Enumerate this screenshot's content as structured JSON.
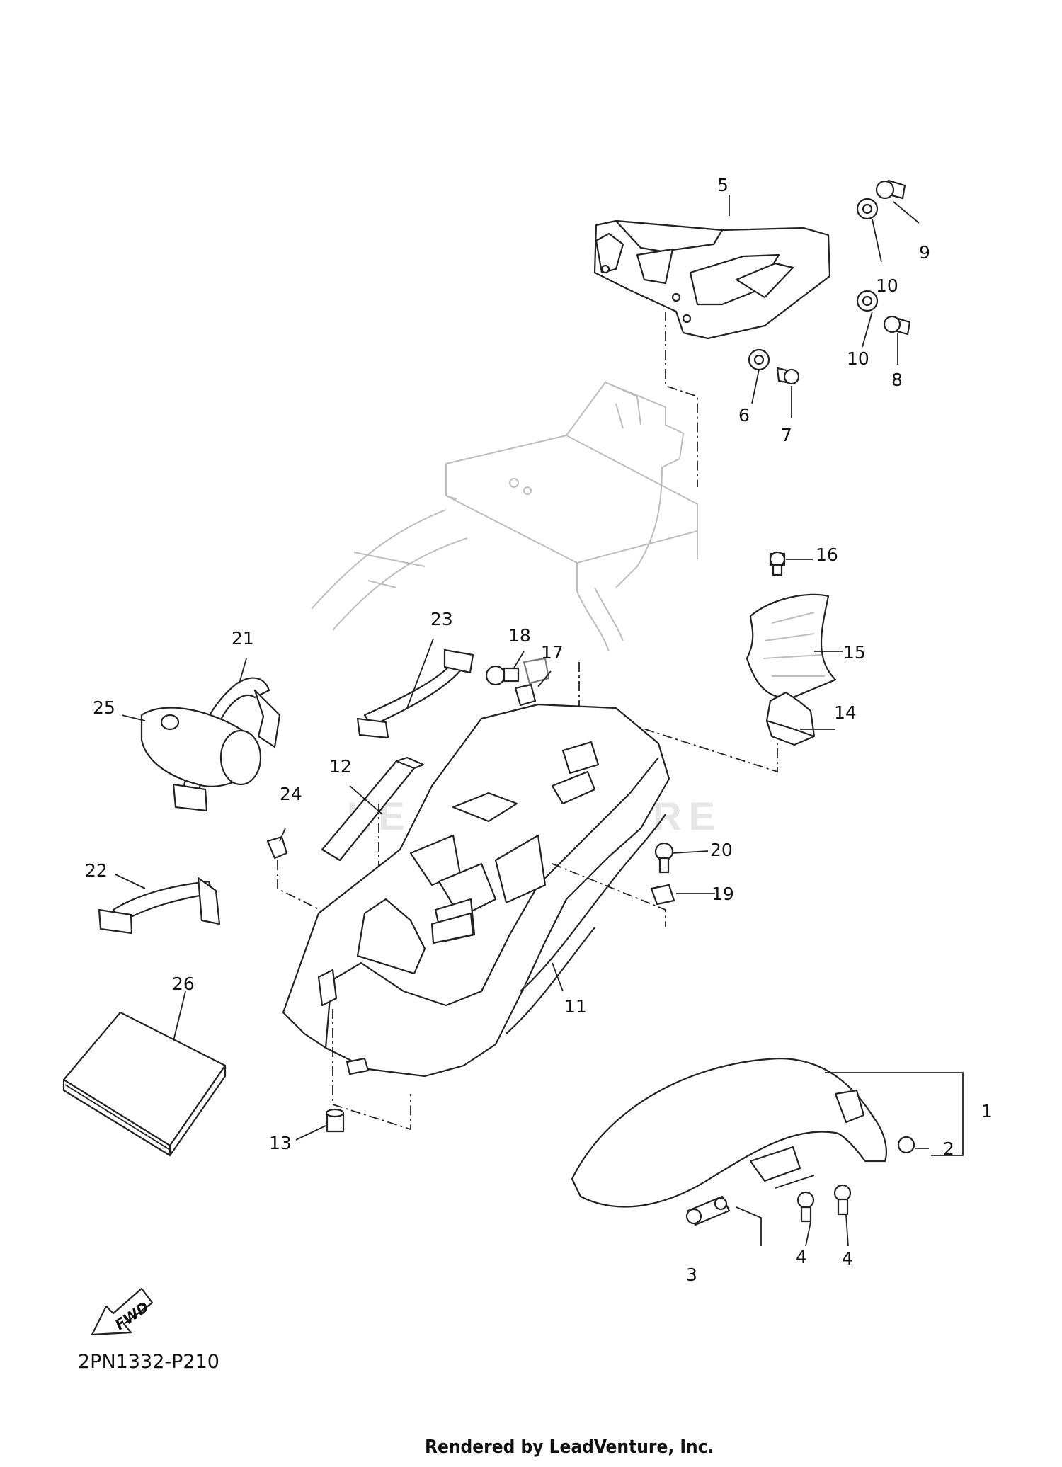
{
  "diagram": {
    "callouts": [
      "1",
      "2",
      "3",
      "4",
      "4",
      "5",
      "6",
      "7",
      "8",
      "9",
      "10",
      "10",
      "11",
      "12",
      "13",
      "14",
      "15",
      "16",
      "17",
      "18",
      "19",
      "20",
      "21",
      "22",
      "23",
      "24",
      "25",
      "26"
    ],
    "fwd_label": "FWD",
    "reference_code": "2PN1332-P210",
    "rendered_by": "Rendered by LeadVenture, Inc.",
    "watermark": "LEADVENTURE"
  }
}
